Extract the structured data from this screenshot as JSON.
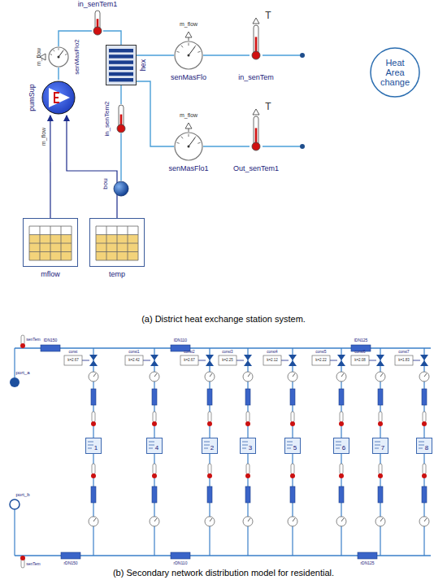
{
  "diagram": {
    "nodes": [
      {
        "text": [
          "in_senTem1"
        ]
      },
      {
        "text": [
          "senMasFlo2"
        ]
      },
      {
        "text": [
          "pumSup"
        ]
      },
      {
        "text": [
          "hex"
        ]
      },
      {
        "text": [
          "senMasFlo"
        ]
      },
      {
        "text": [
          "in_senTem"
        ]
      },
      {
        "text": [
          "Heat Area change"
        ]
      },
      {
        "text": [
          "in_senTem2"
        ]
      },
      {
        "text": [
          "senMasFlo1"
        ]
      },
      {
        "text": [
          "Out_senTem1"
        ]
      },
      {
        "text": [
          "bou"
        ]
      },
      {
        "text": [
          "mflow"
        ]
      },
      {
        "text": [
          "temp"
        ]
      },
      {
        "text": [
          "1"
        ]
      },
      {
        "text": [
          "4"
        ]
      },
      {
        "text": [
          "2"
        ]
      },
      {
        "text": [
          "3"
        ]
      },
      {
        "text": [
          "5"
        ]
      },
      {
        "text": [
          "6"
        ]
      },
      {
        "text": [
          "7"
        ]
      },
      {
        "text": [
          "8"
        ]
      }
    ],
    "edges": [
      {
        "from": 2,
        "to": 1,
        "arrow": "none"
      },
      {
        "from": 1,
        "to": 0,
        "arrow": "none"
      },
      {
        "from": 0,
        "to": 3,
        "arrow": "none"
      },
      {
        "from": 3,
        "to": 4,
        "arrow": "none"
      },
      {
        "from": 4,
        "to": 5,
        "arrow": "none"
      },
      {
        "from": 3,
        "to": 8,
        "arrow": "none"
      },
      {
        "from": 8,
        "to": 9,
        "arrow": "none"
      },
      {
        "from": 3,
        "to": 7,
        "arrow": "none"
      },
      {
        "from": 7,
        "to": 10,
        "arrow": "none"
      },
      {
        "from": 11,
        "to": 2,
        "arrow": "to"
      },
      {
        "from": 12,
        "to": 2,
        "arrow": "to"
      }
    ],
    "labels": [
      "m_flow",
      "m_flow",
      "m_flow",
      "T",
      "m_flow",
      "T",
      "(a) District heat exchange station system.",
      "port_a",
      "port_b",
      "senTem",
      "senTem",
      "const",
      "const1",
      "const2",
      "const3",
      "const4",
      "const5",
      "const6",
      "const7",
      "k=2.67",
      "k=2.42",
      "k=2.67",
      "k=2.25",
      "k=2.12",
      "k=2.22",
      "k=2.08",
      "k=1.83",
      "lDN150",
      "lDN110",
      "lDN125",
      "rDN150",
      "rDN110",
      "rDN125",
      "(b) Secondary network distribution model for residential."
    ]
  }
}
